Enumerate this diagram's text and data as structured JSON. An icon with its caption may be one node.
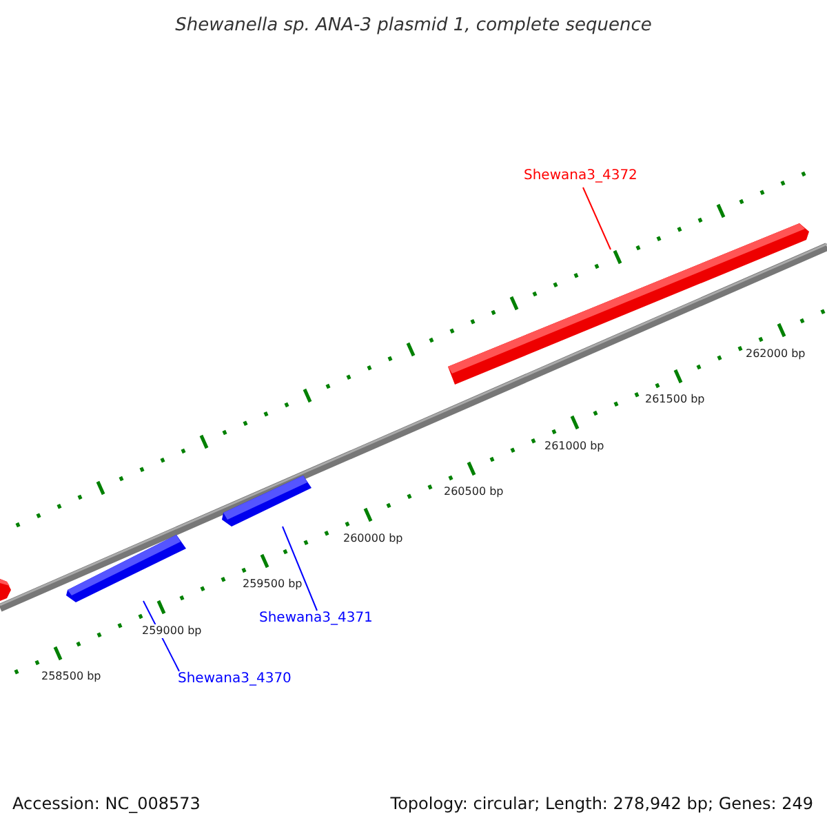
{
  "diagram": {
    "title": "Shewanella sp. ANA-3 plasmid 1, complete sequence",
    "nodes": [
      {
        "text": [
          "Shewana3_4372"
        ]
      },
      {
        "text": [],
        "shape": "bar"
      },
      {
        "text": [],
        "shape": "bar"
      },
      {
        "text": [],
        "shape": "bar"
      },
      {
        "text": [],
        "shape": "bar"
      },
      {
        "text": [
          "Shewana3_4371"
        ]
      },
      {
        "text": [
          "Shewana3_4370"
        ]
      }
    ],
    "edges": [
      {
        "from": 0,
        "to": 4,
        "arrow": "none",
        "color": "#ff0000"
      },
      {
        "from": 5,
        "to": 3,
        "arrow": "none"
      },
      {
        "from": 6,
        "to": 2,
        "arrow": "none"
      }
    ],
    "labels": [
      "262000 bp",
      "261500 bp",
      "261000 bp",
      "260500 bp",
      "260000 bp",
      "259500 bp",
      "259000 bp",
      "258500 bp",
      "Accession: NC_008573",
      "Topology: circular; Length: 278,942 bp; Genes: 249"
    ]
  }
}
